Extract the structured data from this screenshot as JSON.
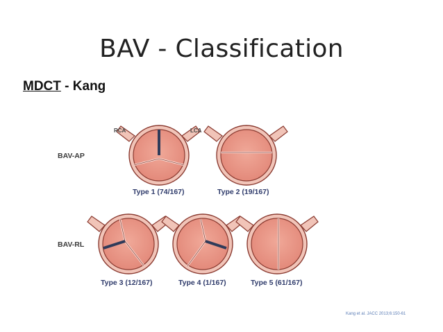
{
  "slide": {
    "title": "BAV - Classification",
    "subtitle_main": "MDCT",
    "subtitle_rest": " - Kang",
    "citation": "Kang et al. JACC 2013;6:150-61"
  },
  "figure": {
    "rows": [
      {
        "label": "BAV-AP"
      },
      {
        "label": "BAV-RL"
      }
    ],
    "coronary_labels": {
      "right": "RCA",
      "left": "LCA"
    },
    "types": [
      {
        "label": "Type 1 (74/167)"
      },
      {
        "label": "Type 2 (19/167)"
      },
      {
        "label": "Type 3 (12/167)"
      },
      {
        "label": "Type 4 (1/167)"
      },
      {
        "label": "Type 5 (61/167)"
      }
    ],
    "colors": {
      "outer": "#f1c4b8",
      "cusp": "#e89484",
      "line": "#8a3a30",
      "raphe": "#2f3b5a",
      "caption": "#2f3b6b"
    }
  }
}
